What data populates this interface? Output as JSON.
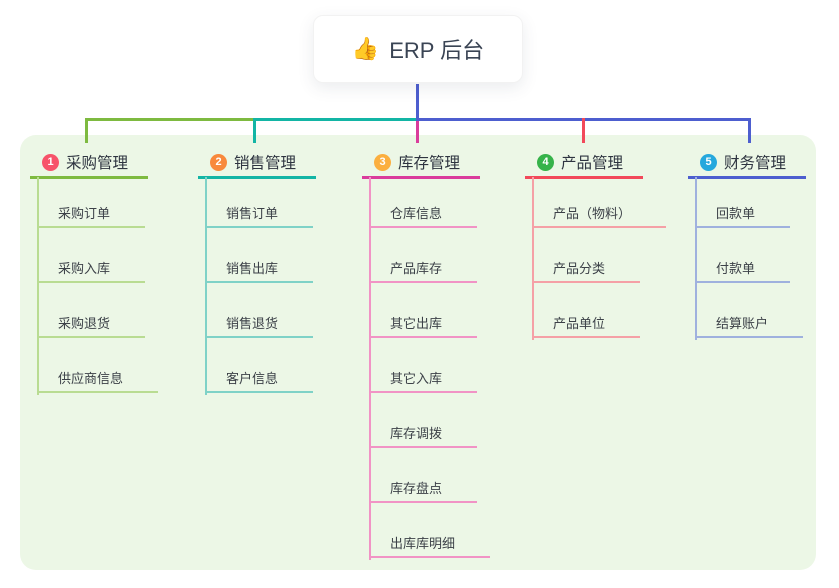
{
  "root": {
    "icon": "👍",
    "label": "ERP 后台"
  },
  "colors": {
    "canvas_bg": "#ffffff",
    "panel_bg": "#ecf7e6",
    "root_text": "#3a4454",
    "title_text": "#2e3440",
    "child_text": "#3c4148"
  },
  "branches": [
    {
      "num": "1",
      "title": "采购管理",
      "line_color": "#7eba40",
      "child_line_color": "#b9dc92",
      "badge_color": "#f7536a",
      "children": [
        "采购订单",
        "采购入库",
        "采购退货",
        "供应商信息"
      ]
    },
    {
      "num": "2",
      "title": "销售管理",
      "line_color": "#13b5a5",
      "child_line_color": "#7fd2c7",
      "badge_color": "#f8893c",
      "children": [
        "销售订单",
        "销售出库",
        "销售退货",
        "客户信息"
      ]
    },
    {
      "num": "3",
      "title": "库存管理",
      "line_color": "#da3c9c",
      "child_line_color": "#f193c5",
      "badge_color": "#fbaf3f",
      "children": [
        "仓库信息",
        "产品库存",
        "其它出库",
        "其它入库",
        "库存调拨",
        "库存盘点",
        "出库库明细"
      ]
    },
    {
      "num": "4",
      "title": "产品管理",
      "line_color": "#f2495a",
      "child_line_color": "#f5a0a6",
      "badge_color": "#36b34a",
      "children": [
        "产品（物料）",
        "产品分类",
        "产品单位"
      ]
    },
    {
      "num": "5",
      "title": "财务管理",
      "line_color": "#4d5ecf",
      "child_line_color": "#9fb1de",
      "badge_color": "#25a8dd",
      "children": [
        "回款单",
        "付款单",
        "结算账户"
      ]
    }
  ]
}
